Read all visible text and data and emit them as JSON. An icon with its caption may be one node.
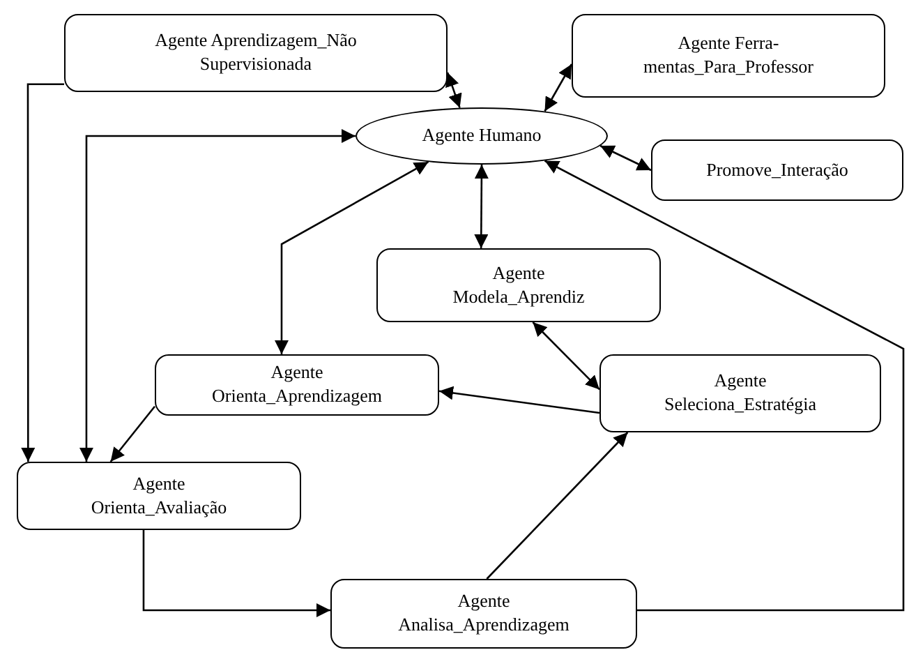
{
  "diagram": {
    "nodes": [
      {
        "text": [
          "Agente Aprendizagem_Não Supervisionada"
        ]
      },
      {
        "text": [
          "Agente Ferra- mentas_Para_Professor"
        ]
      },
      {
        "text": [
          "Agente Humano"
        ]
      },
      {
        "text": [
          "Promove_Interação"
        ]
      },
      {
        "text": [
          "Agente Modela_Aprendiz"
        ]
      },
      {
        "text": [
          "Agente Orienta_Aprendizagem"
        ]
      },
      {
        "text": [
          "Agente Seleciona_Estratégia"
        ]
      },
      {
        "text": [
          "Agente Orienta_Avaliação"
        ]
      },
      {
        "text": [
          "Agente Analisa_Aprendizagem"
        ]
      }
    ],
    "edges": [
      {
        "from": 0,
        "to": 2,
        "arrow": "both"
      },
      {
        "from": 1,
        "to": 2,
        "arrow": "both"
      },
      {
        "from": 2,
        "to": 3,
        "arrow": "both"
      },
      {
        "from": 0,
        "to": 7,
        "arrow": "to"
      },
      {
        "from": 2,
        "to": 7,
        "arrow": "both"
      },
      {
        "from": 2,
        "to": 5,
        "arrow": "both"
      },
      {
        "from": 2,
        "to": 4,
        "arrow": "both"
      },
      {
        "from": 4,
        "to": 6,
        "arrow": "both"
      },
      {
        "from": 6,
        "to": 5,
        "arrow": "to"
      },
      {
        "from": 5,
        "to": 7,
        "arrow": "to"
      },
      {
        "from": 7,
        "to": 8,
        "arrow": "to"
      },
      {
        "from": 8,
        "to": 6,
        "arrow": "to"
      },
      {
        "from": 8,
        "to": 2,
        "arrow": "to"
      }
    ]
  }
}
